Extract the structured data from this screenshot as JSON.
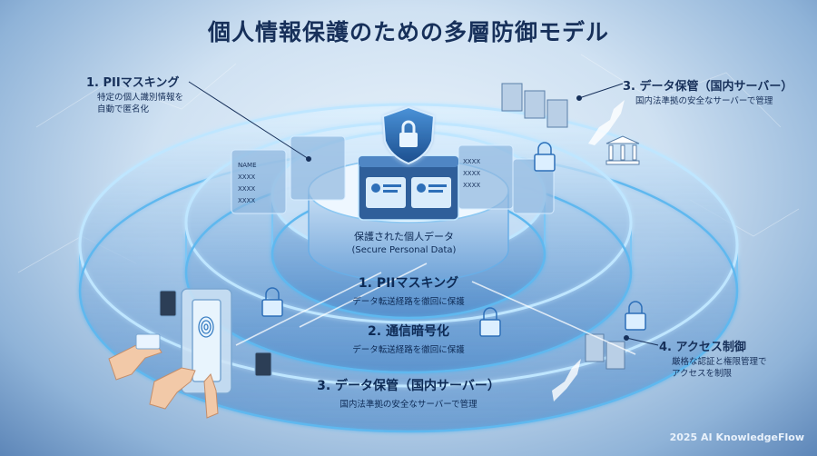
{
  "title": "個人情報保護のための多層防御モデル",
  "core": {
    "label": "保護された個人データ",
    "sublabel": "(Secure Personal Data)"
  },
  "rings": [
    {
      "label": "1. PIIマスキング",
      "sub": "データ転送経路を徹回に保護"
    },
    {
      "label": "2. 通信暗号化",
      "sub": "データ転送経路を徹回に保護"
    },
    {
      "label": "3. データ保管（国内サーバー）",
      "sub": "国内法準拠の安全なサーバーで管理"
    }
  ],
  "callouts": {
    "pii": {
      "label": "1. PIIマスキング",
      "sub": [
        "特定の個人識別情報を",
        "自動で匿名化"
      ]
    },
    "storage": {
      "label": "3. データ保管（国内サーバー）",
      "sub": [
        "国内法準拠の安全なサーバーで管理"
      ]
    },
    "access": {
      "label": "4. アクセス制御",
      "sub": [
        "厳格な認証と権限管理で",
        "アクセスを制限"
      ]
    }
  },
  "panel_text": [
    "NAME",
    "XXXX",
    "XXXX",
    "XXXX"
  ],
  "credit": "2025 AI KnowledgeFlow",
  "colors": {
    "ring": "#5fb8ef",
    "ring_glow": "#bfe6ff",
    "title": "#17305a",
    "shield": "#2d6fb8"
  },
  "icons": [
    "shield-lock-icon",
    "id-card-icon",
    "padlock-icon",
    "server-rack-icon",
    "bank-icon",
    "japan-map-icon",
    "fingerprint-icon",
    "hand-icon"
  ]
}
